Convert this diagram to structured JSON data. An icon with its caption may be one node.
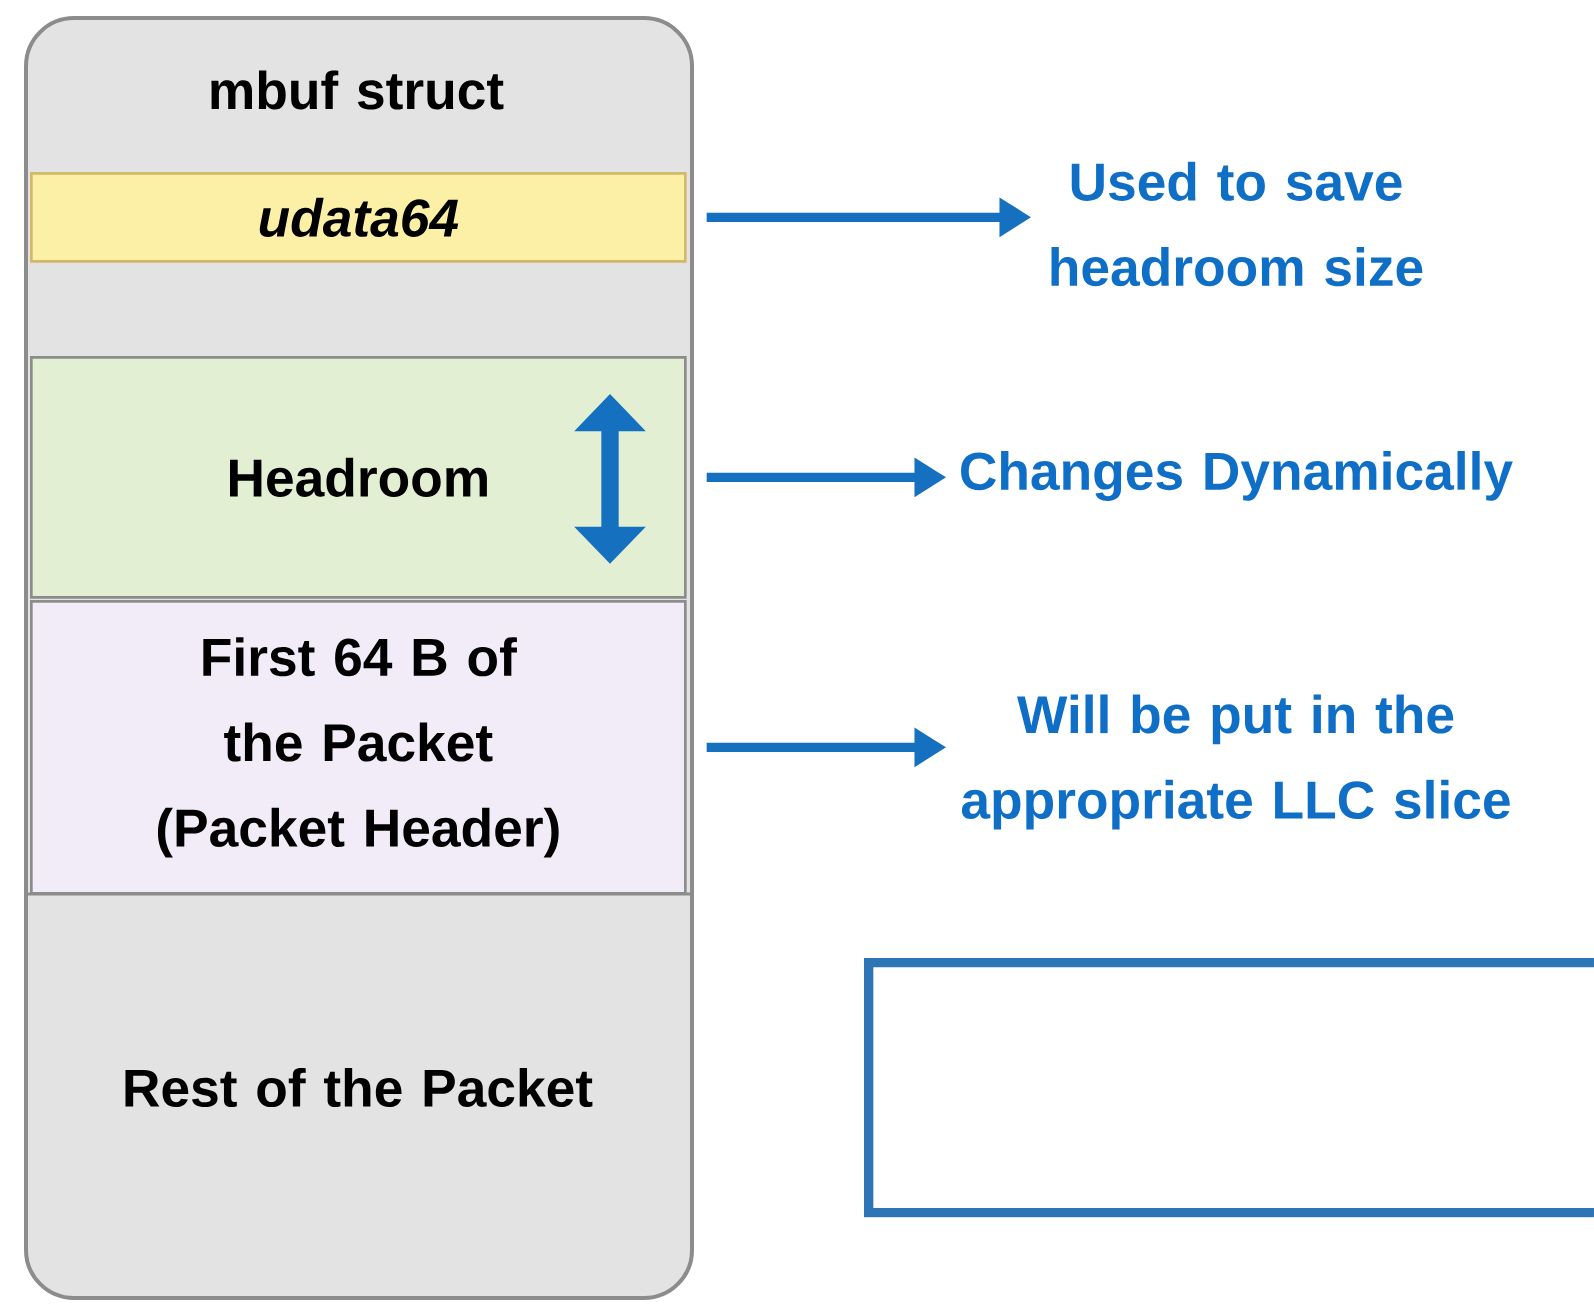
{
  "diagram": {
    "nodes": [
      {
        "text": [
          "mbuf struct"
        ]
      },
      {
        "text": [
          "udata64"
        ],
        "in": 0
      },
      {
        "text": [
          "Headroom"
        ],
        "in": 0
      },
      {
        "text": [
          "First 64 B of the Packet (Packet Header)"
        ],
        "in": 0
      },
      {
        "text": [
          "Rest of the Packet"
        ],
        "in": 0
      },
      {
        "text": [
          "Used to save headroom size"
        ]
      },
      {
        "text": [
          "Changes Dynamically"
        ]
      },
      {
        "text": [
          "Will be put in the appropriate LLC slice"
        ]
      },
      {
        "text": [],
        "shape": "box"
      }
    ],
    "edges": [
      {
        "from": 1,
        "to": 5,
        "arrow": "to"
      },
      {
        "from": 2,
        "to": 6,
        "arrow": "to"
      },
      {
        "from": 3,
        "to": 7,
        "arrow": "to"
      }
    ]
  }
}
